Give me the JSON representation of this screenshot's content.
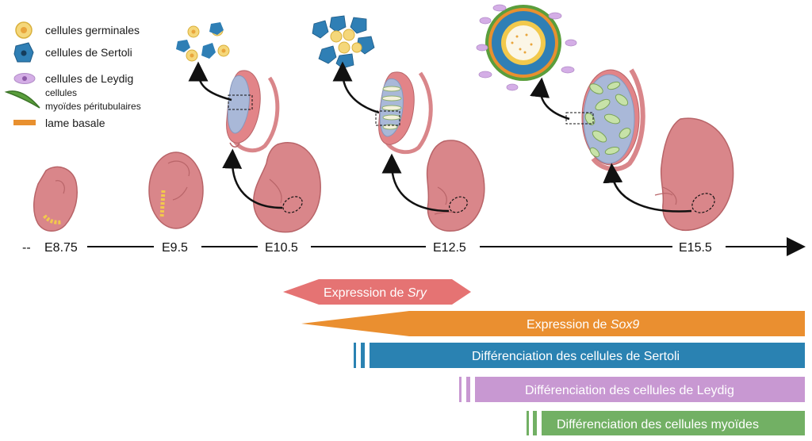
{
  "legend": {
    "items": [
      {
        "label": "cellules germinales",
        "icon": "germ-cell-icon",
        "color": "#f2c94c"
      },
      {
        "label": "cellules de Sertoli",
        "icon": "sertoli-cell-icon",
        "color": "#2f7fb5"
      },
      {
        "label": "cellules de Leydig",
        "icon": "leydig-cell-icon",
        "color": "#c9a0dc"
      },
      {
        "label_line1": "cellules",
        "label_line2": "myoïdes péritubulaires",
        "icon": "myoid-cell-icon",
        "color": "#5a9e3c"
      },
      {
        "label": "lame basale",
        "icon": "basal-lamina-icon",
        "color": "#e8902f"
      }
    ]
  },
  "timeline": {
    "prefix": "--",
    "stages": [
      "E8.75",
      "E9.5",
      "E10.5",
      "E12.5",
      "E15.5"
    ]
  },
  "bars": {
    "sry": {
      "prefix": "Expression de ",
      "gene": "Sry",
      "color": "#e57373"
    },
    "sox9": {
      "prefix": "Expression de ",
      "gene": "Sox9",
      "color": "#ea8f30"
    },
    "sertoli": {
      "label": "Différenciation des cellules de Sertoli",
      "color": "#2a82b2"
    },
    "leydig": {
      "label": "Différenciation des cellules de Leydig",
      "color": "#c898d2"
    },
    "myoid": {
      "label": "Différenciation des cellules myoïdes",
      "color": "#72b064"
    }
  },
  "colors": {
    "embryo": "#d9868a",
    "embryo_dark": "#b86468",
    "gonad": "#a9b8d8",
    "tubule": "#c7e2a8"
  }
}
